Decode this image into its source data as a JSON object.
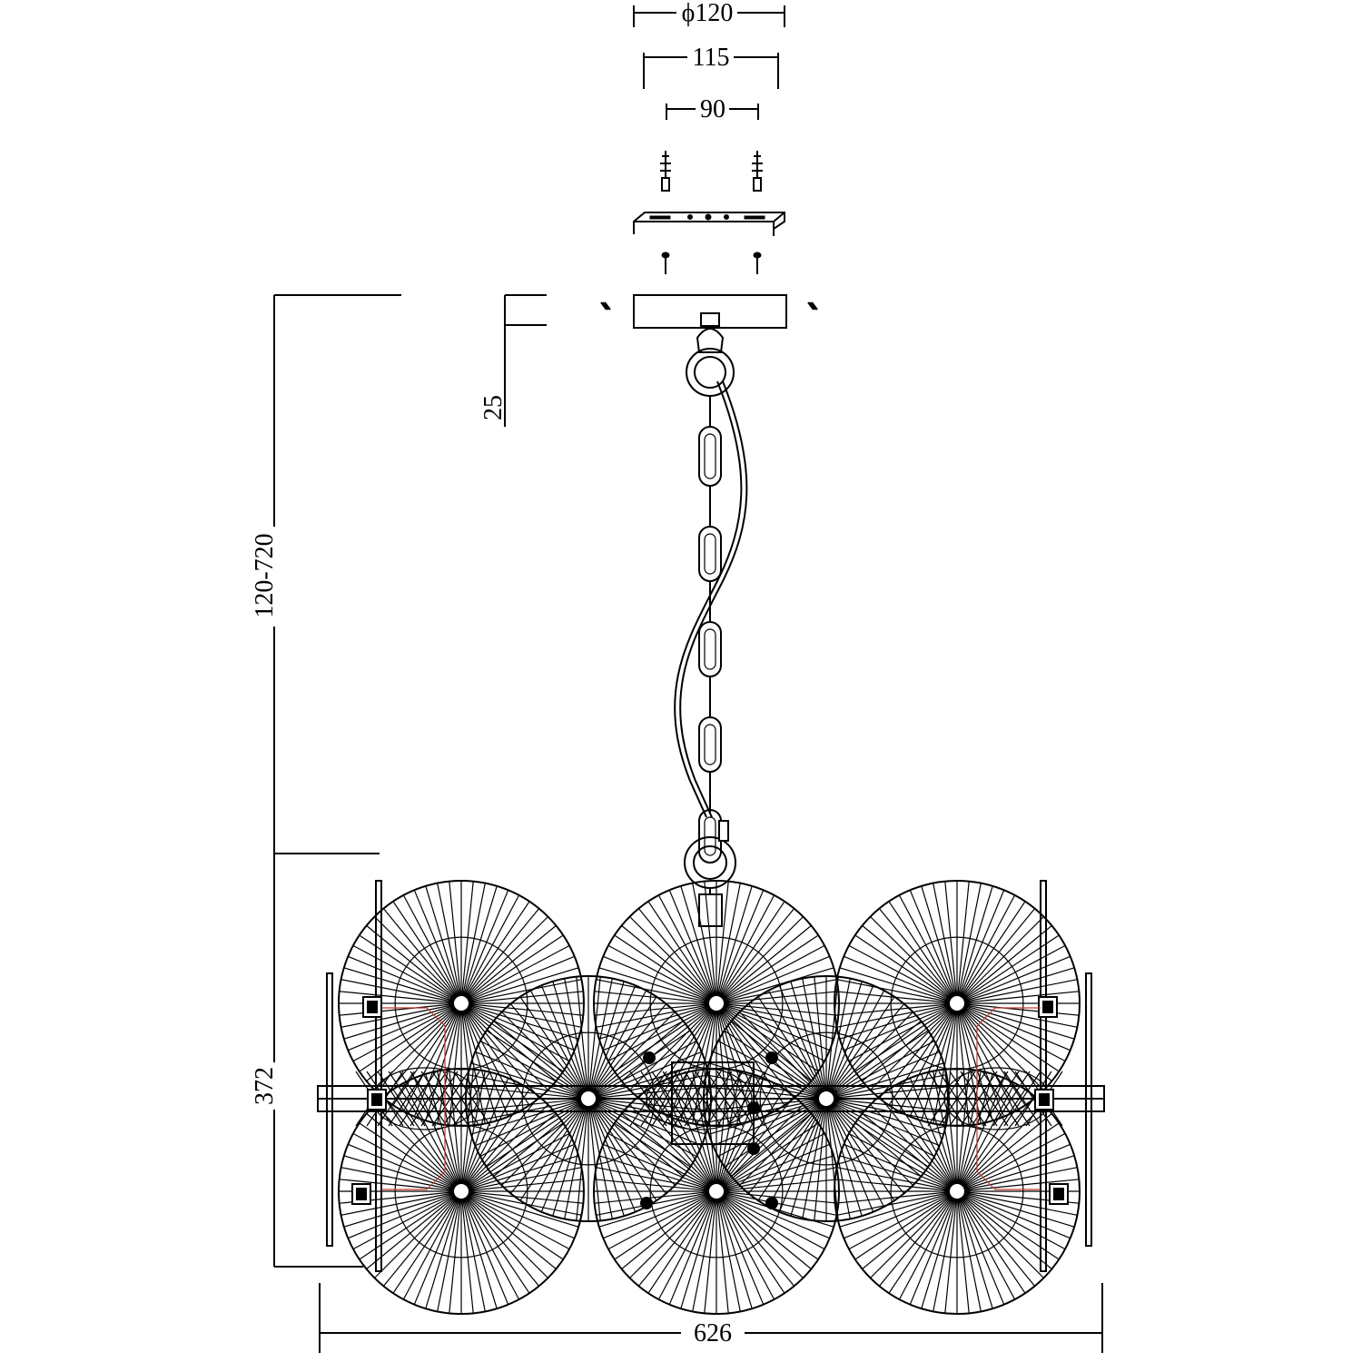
{
  "dimensions": {
    "canopy_diameter": "ϕ120",
    "bracket_width": "115",
    "hole_spacing": "90",
    "canopy_height": "25",
    "chain_length": "120-720",
    "body_height": "372",
    "body_width": "626"
  },
  "colors": {
    "line": "#000000",
    "wire": "#c0392b",
    "background": "#ffffff"
  }
}
